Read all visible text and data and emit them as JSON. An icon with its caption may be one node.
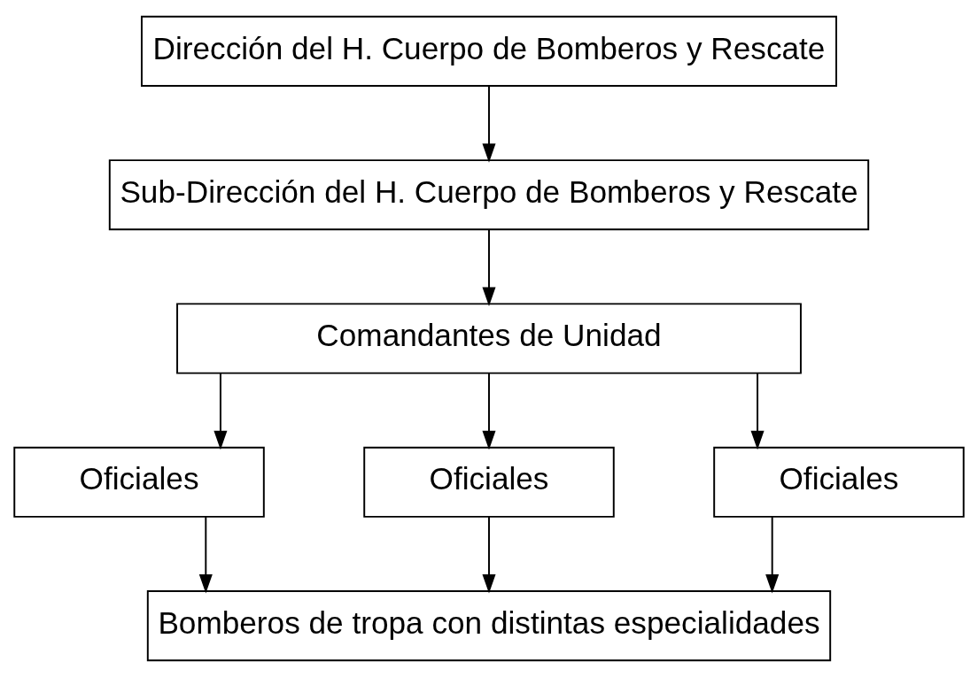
{
  "diagram": {
    "nodes": [
      {
        "text": [
          "Dirección del H. Cuerpo de Bomberos y Rescate"
        ]
      },
      {
        "text": [
          "Sub-Dirección del H. Cuerpo de Bomberos y Rescate"
        ]
      },
      {
        "text": [
          "Comandantes de Unidad"
        ]
      },
      {
        "text": [
          "Oficiales"
        ]
      },
      {
        "text": [
          "Oficiales"
        ]
      },
      {
        "text": [
          "Oficiales"
        ]
      },
      {
        "text": [
          "Bomberos de tropa con distintas especialidades"
        ]
      }
    ],
    "edges": [
      {
        "from": 0,
        "to": 1,
        "arrow": "to"
      },
      {
        "from": 1,
        "to": 2,
        "arrow": "to"
      },
      {
        "from": 2,
        "to": 3,
        "arrow": "to"
      },
      {
        "from": 2,
        "to": 4,
        "arrow": "to"
      },
      {
        "from": 2,
        "to": 5,
        "arrow": "to"
      },
      {
        "from": 3,
        "to": 6,
        "arrow": "to"
      },
      {
        "from": 4,
        "to": 6,
        "arrow": "to"
      },
      {
        "from": 5,
        "to": 6,
        "arrow": "to"
      }
    ]
  }
}
